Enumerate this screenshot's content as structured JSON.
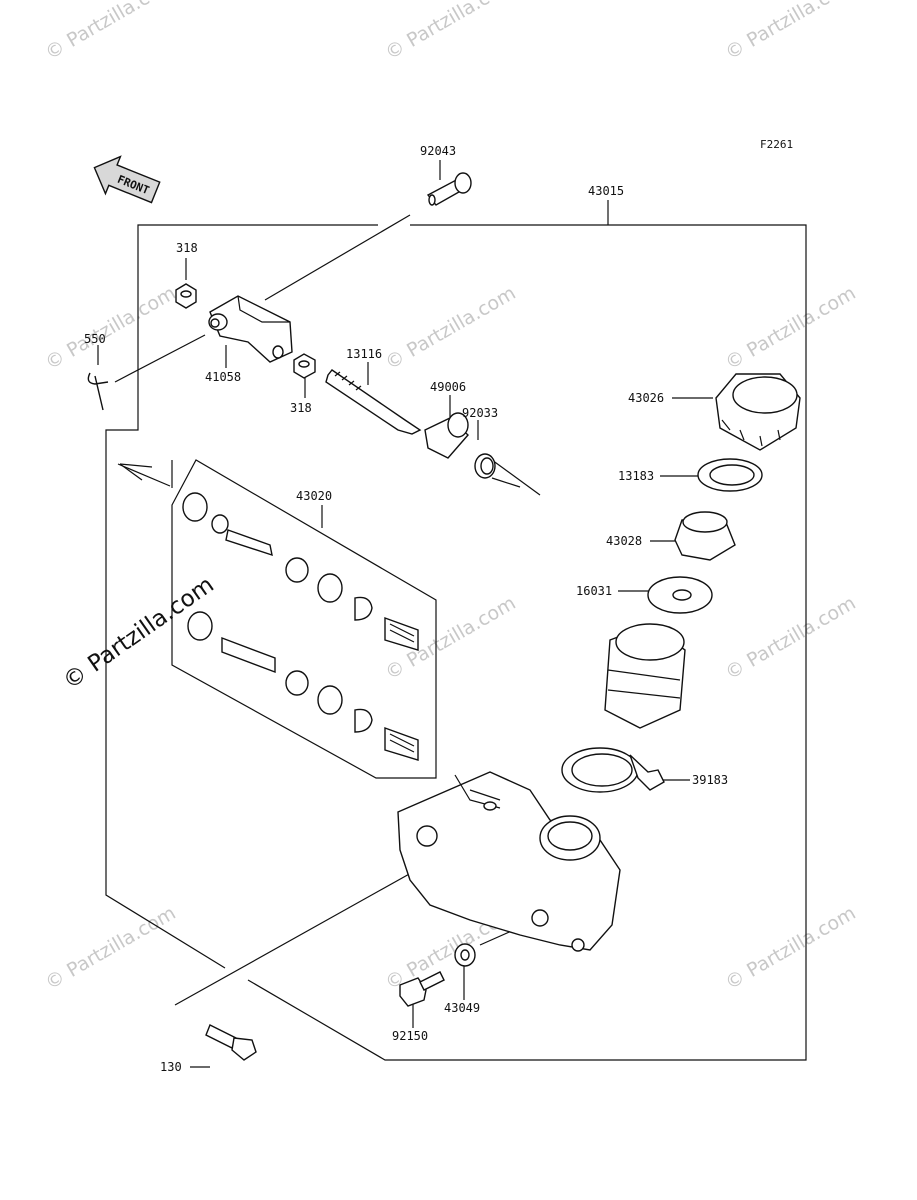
{
  "figure_code": "F2261",
  "front_badge": "FRONT",
  "watermark": "© Partzilla.com",
  "side_watermark": "© Partzilla.com",
  "parts": {
    "p92043": "92043",
    "p43015": "43015",
    "p318a": "318",
    "p550": "550",
    "p41058": "41058",
    "p318b": "318",
    "p13116": "13116",
    "p49006": "49006",
    "p92033": "92033",
    "p43026": "43026",
    "p13183": "13183",
    "p43020": "43020",
    "p43028": "43028",
    "p16031": "16031",
    "p39183": "39183",
    "p43049": "43049",
    "p92150": "92150",
    "p130": "130"
  }
}
